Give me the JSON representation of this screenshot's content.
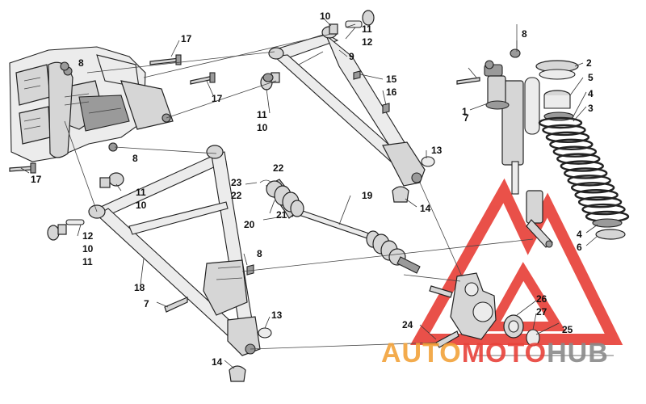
{
  "colors": {
    "watermark_red": "#e8423a",
    "watermark_orange": "#f2a23a",
    "watermark_grey": "#8a8a8a",
    "part_fill": "#d6d6d6",
    "line": "#222222"
  },
  "watermark": {
    "logo_icon": "triangle-mountain-logo-icon",
    "brand_part1": "AUTO",
    "brand_part2": "MOTO",
    "brand_part3": "HUB"
  },
  "callouts": {
    "c17a": "17",
    "c17b": "17",
    "c17c": "17",
    "c8a": "8",
    "c8b": "8",
    "c8c": "8",
    "c8d": "8",
    "c10a": "10",
    "c10b": "10",
    "c10c": "10",
    "c10d": "10",
    "c11a": "11",
    "c11b": "11",
    "c11c": "11",
    "c11d": "11",
    "c12a": "12",
    "c12b": "12",
    "c9": "9",
    "c15": "15",
    "c16": "16",
    "c13a": "13",
    "c13b": "13",
    "c14a": "14",
    "c14b": "14",
    "c7a": "7",
    "c7b": "7",
    "c1": "1",
    "c2": "2",
    "c3": "3",
    "c4a": "4",
    "c4b": "4",
    "c5": "5",
    "c6": "6",
    "c18": "18",
    "c19": "19",
    "c20": "20",
    "c21": "21",
    "c22a": "22",
    "c22b": "22",
    "c23": "23",
    "c24": "24",
    "c25": "25",
    "c26": "26",
    "c27": "27"
  }
}
